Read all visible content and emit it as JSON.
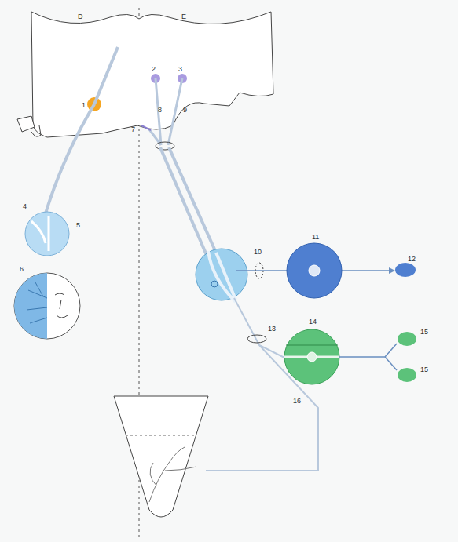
{
  "diagram": {
    "labels": [
      "D",
      "E",
      "1",
      "2",
      "3",
      "4",
      "5",
      "6",
      "7",
      "8",
      "9",
      "10",
      "11",
      "12",
      "13",
      "14",
      "15",
      "15",
      "16"
    ]
  }
}
